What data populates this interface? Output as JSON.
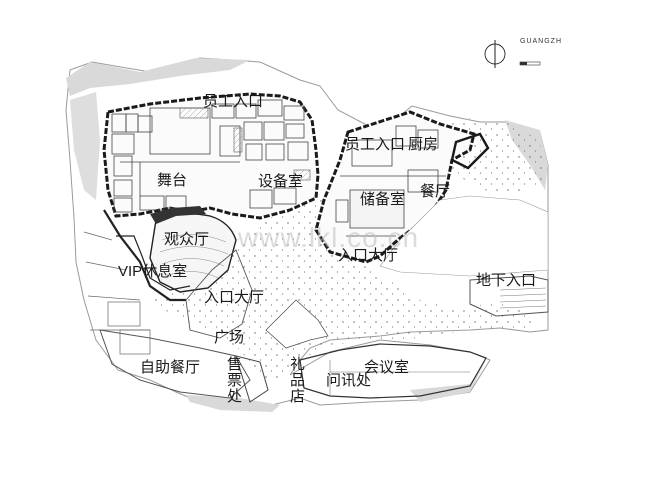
{
  "plan": {
    "compass_label": "GUANGZH",
    "watermark": "www.lkl.co.cn",
    "rooms": {
      "staff_entrance_west": "员工入口",
      "stage": "舞台",
      "equipment_room": "设备室",
      "auditorium": "观众厅",
      "vip_lounge_prefix": "VIP",
      "vip_lounge_suffix": "休息室",
      "entrance_hall_west": "入口大厅",
      "plaza": "广场",
      "buffet_restaurant": "自助餐厅",
      "ticket_office": "售票处",
      "gift_shop": "礼品店",
      "information_desk": "问讯处",
      "meeting_room": "会议室",
      "staff_entrance_east": "员工入口",
      "kitchen": "厨房",
      "storage_room": "储备室",
      "restaurant": "餐厅",
      "entrance_hall_east": "入口大厅",
      "underground_entrance": "地下入口"
    }
  }
}
